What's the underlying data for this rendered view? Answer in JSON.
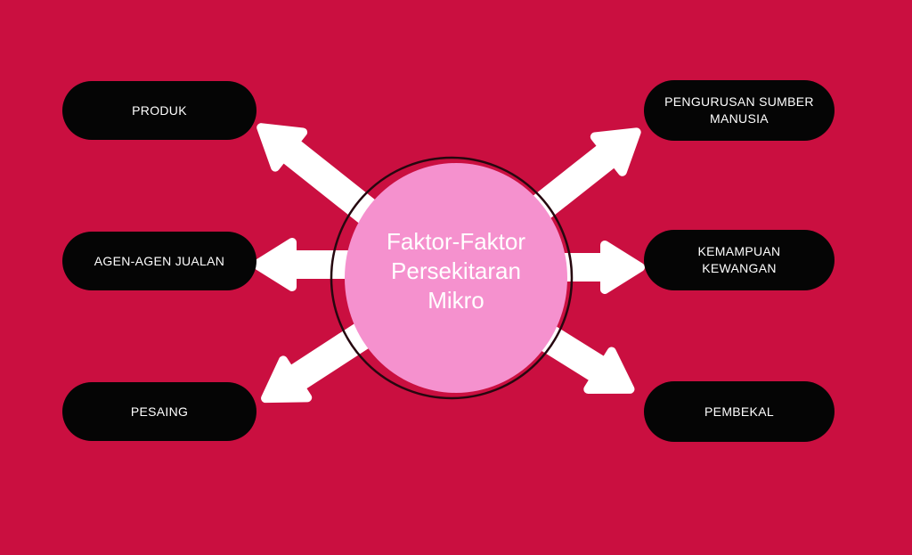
{
  "center": {
    "lines": [
      "Faktor-Faktor",
      "Persekitaran",
      "Mikro"
    ]
  },
  "nodes": [
    {
      "id": "produk",
      "label": "PRODUK",
      "side": "left"
    },
    {
      "id": "pengurusan-sumber-manusia",
      "label": "PENGURUSAN SUMBER MANUSIA",
      "side": "right"
    },
    {
      "id": "agen-agen-jualan",
      "label": "AGEN-AGEN JUALAN",
      "side": "left"
    },
    {
      "id": "kemampuan-kewangan",
      "label": "KEMAMPUAN KEWANGAN",
      "side": "right"
    },
    {
      "id": "pesaing",
      "label": "PESAING",
      "side": "left"
    },
    {
      "id": "pembekal",
      "label": "PEMBEKAL",
      "side": "right"
    }
  ],
  "colors": {
    "background": "#CA0F40",
    "node_fill": "#050505",
    "node_text": "#FFFFFF",
    "center_fill": "#F591CE",
    "center_text": "#FFFFFF",
    "ring_stroke": "#26070F",
    "arrow": "#FFFFFF"
  }
}
